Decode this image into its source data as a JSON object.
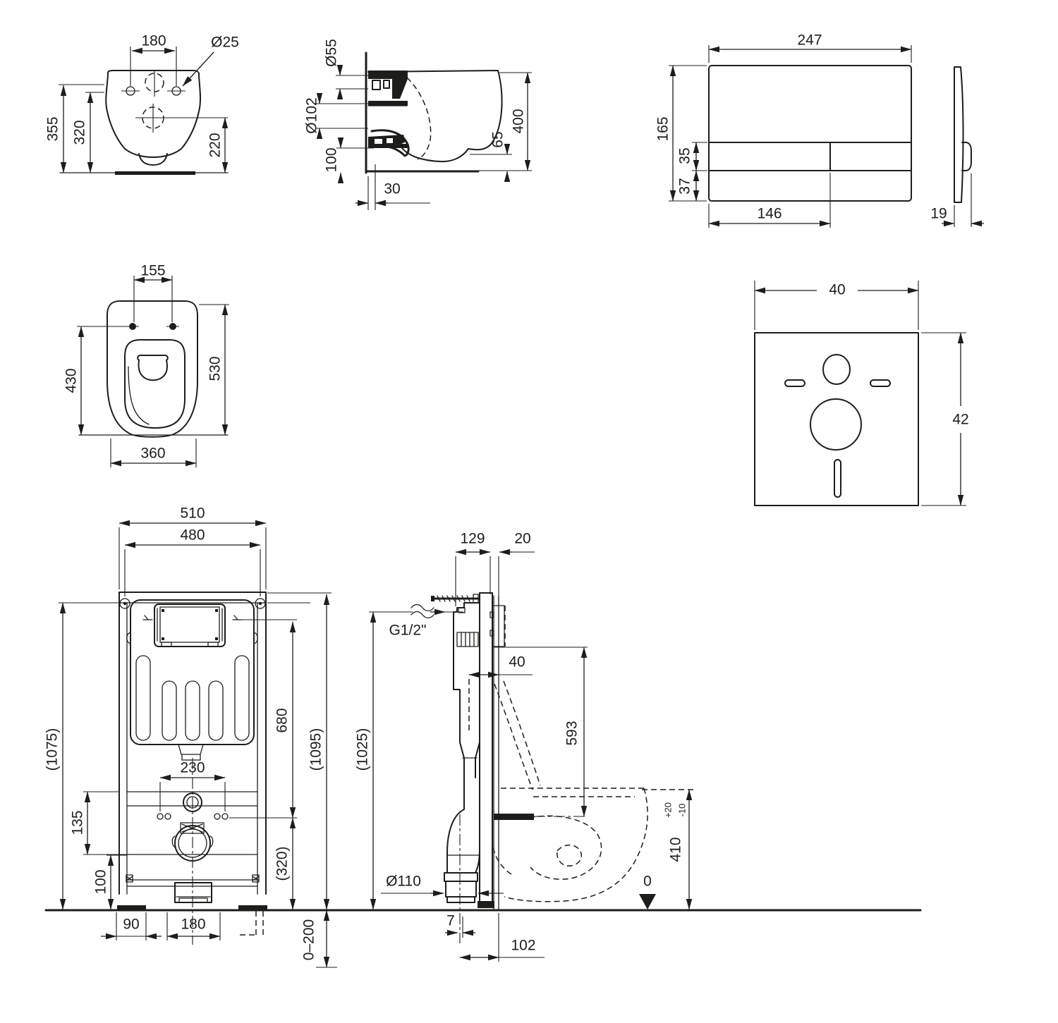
{
  "drawing": {
    "type": "technical dimensional drawing",
    "subject": "wall-hung WC with concealed cistern frame, flush plate, seat and sound-insulation pad",
    "background": "#ffffff",
    "line_color": "#1d1d1b",
    "views": {
      "bowl_front": {
        "title": "toilet bowl front view",
        "dims": {
          "hole_spacing": "180",
          "hole_diameter": "Ø25",
          "total_height": "355",
          "hole_height": "320",
          "outlet_height": "220"
        }
      },
      "bowl_side": {
        "title": "toilet bowl side section",
        "dims": {
          "inlet_diameter": "Ø55",
          "outlet_diameter": "Ø102",
          "bracket_height": "100",
          "wall_offset": "30",
          "bottom_clearance": "65",
          "depth": "400"
        }
      },
      "flush_plate": {
        "title": "flush plate front and side view",
        "dims": {
          "width": "247",
          "height": "165",
          "button_height": "35",
          "lower_height": "37",
          "button_width": "146",
          "thickness": "19"
        }
      },
      "seat_top": {
        "title": "seat top view",
        "dims": {
          "hinge_spacing": "155",
          "inner_length": "430",
          "total_length": "530",
          "width": "360"
        }
      },
      "sound_pad": {
        "title": "sound insulation pad",
        "dims": {
          "width": "40",
          "height": "42"
        }
      },
      "frame_front": {
        "title": "installation frame front view",
        "dims": {
          "outer_width": "510",
          "fixing_width": "480",
          "height_left": "(1075)",
          "height_right": "(1095)",
          "plate_height": "680",
          "drain_height": "(320)",
          "rod_spacing": "230",
          "offset_upper": "135",
          "offset_lower": "100",
          "foot_width": "90",
          "opening_width": "180",
          "floor_range": "0–200"
        }
      },
      "frame_side": {
        "title": "installation frame side view",
        "dims": {
          "frame_depth": "129",
          "wall_gap": "20",
          "water_supply": "G1/2\"",
          "supply_height": "(1025)",
          "cutout_depth": "40",
          "fixing_height": "593",
          "drain_diameter": "Ø110",
          "center_offset": "7",
          "drain_depth": "102",
          "rim_height": "410",
          "tolerance_plus": "+20",
          "tolerance_minus": "-10",
          "floor_level": "0"
        }
      }
    }
  }
}
